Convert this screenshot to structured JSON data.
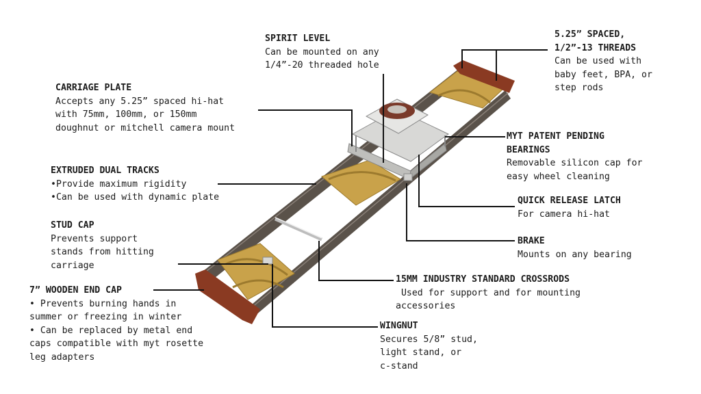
{
  "callouts": {
    "spirit_level": {
      "title": [
        "SPIRIT LEVEL"
      ],
      "lines": [
        "Can be mounted on any",
        "1/4”-20 threaded hole"
      ]
    },
    "spaced_threads": {
      "title": [
        "5.25” SPACED,",
        "1/2”-13 THREADS"
      ],
      "lines": [
        "Can be used with",
        "baby feet, BPA, or",
        "step rods"
      ]
    },
    "carriage_plate": {
      "title": [
        "CARRIAGE PLATE"
      ],
      "lines": [
        "Accepts any 5.25” spaced hi-hat",
        "with 75mm, 100mm, or 150mm",
        "doughnut or mitchell camera mount"
      ]
    },
    "patent_bearings": {
      "title": [
        "MYT PATENT PENDING",
        "BEARINGS"
      ],
      "lines": [
        "Removable silicon cap for",
        "easy wheel cleaning"
      ]
    },
    "dual_tracks": {
      "title": [
        "EXTRUDED DUAL TRACKS"
      ],
      "lines": [
        "•Provide maximum rigidity",
        "•Can be used with dynamic plate"
      ]
    },
    "release_latch": {
      "title": [
        "QUICK RELEASE LATCH"
      ],
      "lines": [
        "For camera hi-hat"
      ]
    },
    "stud_cap": {
      "title": [
        "STUD CAP"
      ],
      "lines": [
        "Prevents support",
        "stands from hitting",
        "carriage"
      ]
    },
    "brake": {
      "title": [
        "BRAKE"
      ],
      "lines": [
        "Mounts on any bearing"
      ]
    },
    "crossrods": {
      "title": [
        "15MM INDUSTRY STANDARD CROSSRODS"
      ],
      "lines": [
        " Used for support and for mounting",
        "accessories"
      ]
    },
    "wooden_end_cap": {
      "title": [
        "7” WOODEN END CAP"
      ],
      "lines": [
        "• Prevents burning hands in",
        "summer or freezing in winter",
        "• Can be replaced by metal end",
        "caps compatible with myt rosette",
        "leg adapters"
      ]
    },
    "wingnut": {
      "title": [
        "WINGNUT"
      ],
      "lines": [
        "Secures 5/8” stud,",
        "light stand, or",
        "c-stand"
      ]
    }
  },
  "colors": {
    "rail": "#5a524a",
    "rail_light": "#8a8078",
    "brass": "#c9a24a",
    "brass_dark": "#9c7a2e",
    "wood": "#8a3a22",
    "carriage": "#d8d8d6",
    "leader": "#111111"
  }
}
